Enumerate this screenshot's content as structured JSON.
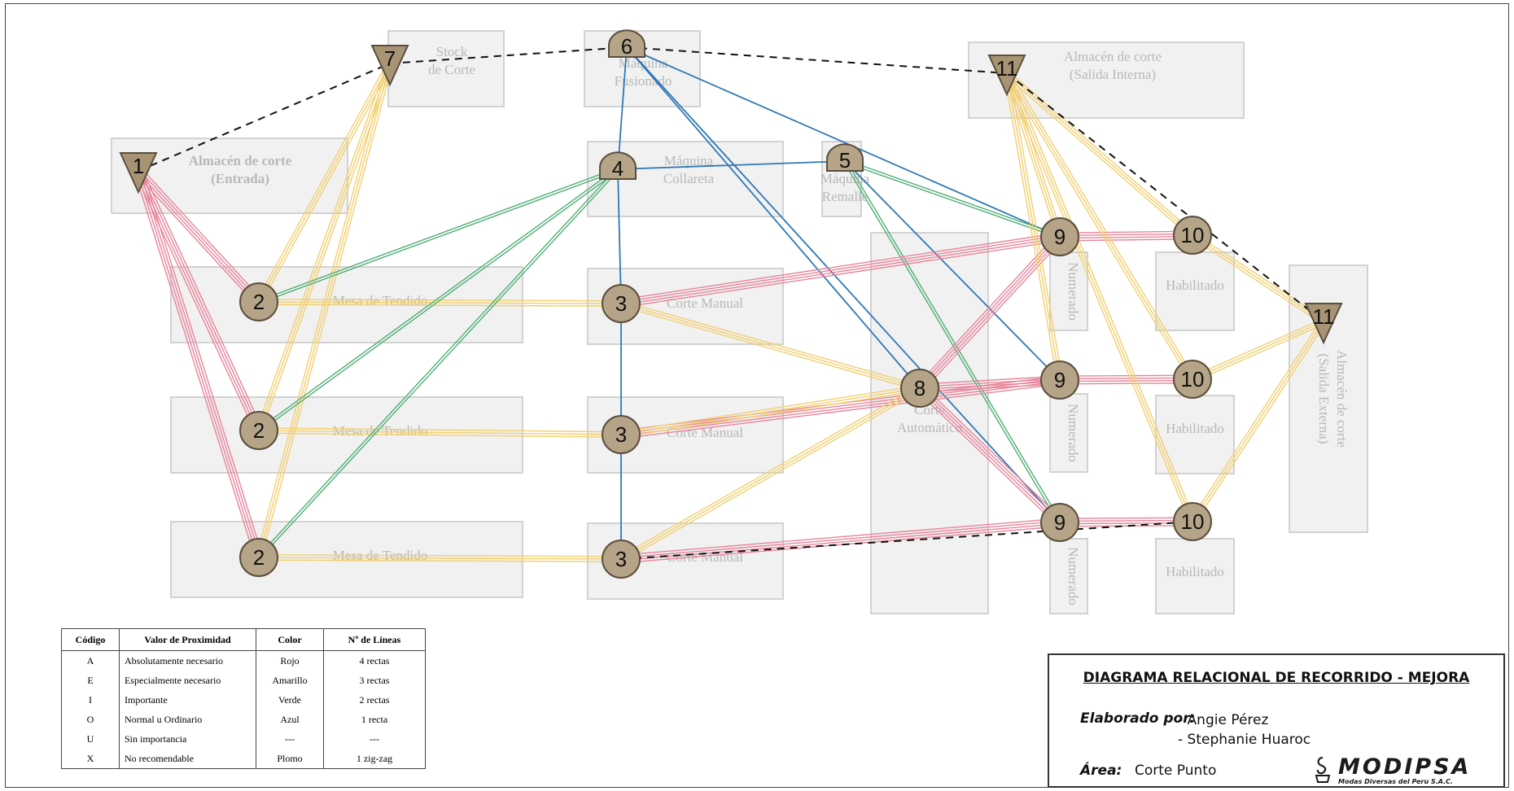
{
  "areas": [
    {
      "id": "almacen_entrada",
      "lines": [
        "Almacén de corte",
        "(Entrada)"
      ],
      "bold": true
    },
    {
      "id": "stock_corte",
      "lines": [
        "Stock",
        "de Corte"
      ]
    },
    {
      "id": "maq_fusionado",
      "lines": [
        "Máquina",
        "Fusionado"
      ]
    },
    {
      "id": "maq_collareta",
      "lines": [
        "Máquina",
        "Collareta"
      ]
    },
    {
      "id": "maq_remalle",
      "lines": [
        "Máquina",
        "Remalle"
      ]
    },
    {
      "id": "almacen_interna",
      "lines": [
        "Almacén de corte",
        "(Salida Interna)"
      ]
    },
    {
      "id": "mesa1",
      "lines": [
        "Mesa de Tendido"
      ]
    },
    {
      "id": "mesa2",
      "lines": [
        "Mesa de Tendido"
      ]
    },
    {
      "id": "mesa3",
      "lines": [
        "Mesa de Tendido"
      ]
    },
    {
      "id": "corte1",
      "lines": [
        "Corte Manual"
      ]
    },
    {
      "id": "corte2",
      "lines": [
        "Corte Manual"
      ]
    },
    {
      "id": "corte3",
      "lines": [
        "Corte Manual"
      ]
    },
    {
      "id": "corte_auto",
      "lines": [
        "Corte",
        "Automático"
      ]
    },
    {
      "id": "num1",
      "lines": [
        "Numerado"
      ]
    },
    {
      "id": "num2",
      "lines": [
        "Numerado"
      ]
    },
    {
      "id": "num3",
      "lines": [
        "Numerado"
      ]
    },
    {
      "id": "hab1",
      "lines": [
        "Habilitado"
      ]
    },
    {
      "id": "hab2",
      "lines": [
        "Habilitado"
      ]
    },
    {
      "id": "hab3",
      "lines": [
        "Habilitado"
      ]
    },
    {
      "id": "almacen_externa",
      "lines": [
        "Almacén de corte",
        "(Salida Externa)"
      ]
    }
  ],
  "nodes": [
    {
      "id": "n1",
      "label": "1",
      "shape": "triangle"
    },
    {
      "id": "n7",
      "label": "7",
      "shape": "triangle"
    },
    {
      "id": "n6",
      "label": "6",
      "shape": "dshape"
    },
    {
      "id": "n4",
      "label": "4",
      "shape": "dshape"
    },
    {
      "id": "n5",
      "label": "5",
      "shape": "dshape"
    },
    {
      "id": "n11a",
      "label": "11",
      "shape": "triangle"
    },
    {
      "id": "n11b",
      "label": "11",
      "shape": "triangle"
    },
    {
      "id": "n2a",
      "label": "2",
      "shape": "circle"
    },
    {
      "id": "n2b",
      "label": "2",
      "shape": "circle"
    },
    {
      "id": "n2c",
      "label": "2",
      "shape": "circle"
    },
    {
      "id": "n3a",
      "label": "3",
      "shape": "circle"
    },
    {
      "id": "n3b",
      "label": "3",
      "shape": "circle"
    },
    {
      "id": "n3c",
      "label": "3",
      "shape": "circle"
    },
    {
      "id": "n8",
      "label": "8",
      "shape": "circle"
    },
    {
      "id": "n9a",
      "label": "9",
      "shape": "circle"
    },
    {
      "id": "n9b",
      "label": "9",
      "shape": "circle"
    },
    {
      "id": "n9c",
      "label": "9",
      "shape": "circle"
    },
    {
      "id": "n10a",
      "label": "10",
      "shape": "circle"
    },
    {
      "id": "n10b",
      "label": "10",
      "shape": "circle"
    },
    {
      "id": "n10c",
      "label": "10",
      "shape": "circle"
    }
  ],
  "relation_colors": {
    "A": "#e8849a",
    "E": "#f2cf6e",
    "I": "#4fae74",
    "O": "#2f78b5",
    "X": "#111111"
  },
  "relations": [
    {
      "from": "n1",
      "to": "n2a",
      "code": "A"
    },
    {
      "from": "n1",
      "to": "n2b",
      "code": "A"
    },
    {
      "from": "n1",
      "to": "n2c",
      "code": "A"
    },
    {
      "from": "n7",
      "to": "n2a",
      "code": "E"
    },
    {
      "from": "n7",
      "to": "n2b",
      "code": "E"
    },
    {
      "from": "n7",
      "to": "n2c",
      "code": "E"
    },
    {
      "from": "n2a",
      "to": "n3a",
      "code": "E"
    },
    {
      "from": "n2b",
      "to": "n3b",
      "code": "E"
    },
    {
      "from": "n2c",
      "to": "n3c",
      "code": "E"
    },
    {
      "from": "n4",
      "to": "n2a",
      "code": "I"
    },
    {
      "from": "n4",
      "to": "n2b",
      "code": "I"
    },
    {
      "from": "n4",
      "to": "n2c",
      "code": "I"
    },
    {
      "from": "n6",
      "to": "n4",
      "code": "O"
    },
    {
      "from": "n4",
      "to": "n3a",
      "code": "O"
    },
    {
      "from": "n3a",
      "to": "n3b",
      "code": "O"
    },
    {
      "from": "n3b",
      "to": "n3c",
      "code": "O"
    },
    {
      "from": "n4",
      "to": "n5",
      "code": "O"
    },
    {
      "from": "n6",
      "to": "n9a",
      "code": "O"
    },
    {
      "from": "n6",
      "to": "n8",
      "code": "O"
    },
    {
      "from": "n6",
      "to": "n9c",
      "code": "O"
    },
    {
      "from": "n5",
      "to": "n9b",
      "code": "O"
    },
    {
      "from": "n5",
      "to": "n9a",
      "code": "I"
    },
    {
      "from": "n5",
      "to": "n9c",
      "code": "I"
    },
    {
      "from": "n3a",
      "to": "n9a",
      "code": "A"
    },
    {
      "from": "n3b",
      "to": "n9b",
      "code": "A"
    },
    {
      "from": "n3c",
      "to": "n9c",
      "code": "A"
    },
    {
      "from": "n8",
      "to": "n9a",
      "code": "A"
    },
    {
      "from": "n8",
      "to": "n9b",
      "code": "A"
    },
    {
      "from": "n8",
      "to": "n9c",
      "code": "A"
    },
    {
      "from": "n9a",
      "to": "n10a",
      "code": "A"
    },
    {
      "from": "n9b",
      "to": "n10b",
      "code": "A"
    },
    {
      "from": "n9c",
      "to": "n10c",
      "code": "A"
    },
    {
      "from": "n3a",
      "to": "n8",
      "code": "E"
    },
    {
      "from": "n3b",
      "to": "n8",
      "code": "E"
    },
    {
      "from": "n3c",
      "to": "n8",
      "code": "E"
    },
    {
      "from": "n11a",
      "to": "n9a",
      "code": "E"
    },
    {
      "from": "n11a",
      "to": "n10a",
      "code": "E"
    },
    {
      "from": "n11a",
      "to": "n10b",
      "code": "E"
    },
    {
      "from": "n11a",
      "to": "n9b",
      "code": "E"
    },
    {
      "from": "n11a",
      "to": "n10c",
      "code": "E"
    },
    {
      "from": "n10a",
      "to": "n11b",
      "code": "E"
    },
    {
      "from": "n10b",
      "to": "n11b",
      "code": "E"
    },
    {
      "from": "n10c",
      "to": "n11b",
      "code": "E"
    },
    {
      "from": "n1",
      "to": "n7",
      "code": "X"
    },
    {
      "from": "n7",
      "to": "n6",
      "code": "X"
    },
    {
      "from": "n6",
      "to": "n11a",
      "code": "X"
    },
    {
      "from": "n11a",
      "to": "n11b",
      "code": "X"
    },
    {
      "from": "n3c",
      "to": "n10c",
      "code": "X"
    }
  ],
  "legend": {
    "headers": [
      "Código",
      "Valor de Proximidad",
      "Color",
      "Nº de Líneas"
    ],
    "rows": [
      [
        "A",
        "Absolutamente necesario",
        "Rojo",
        "4 rectas"
      ],
      [
        "E",
        "Especialmente necesario",
        "Amarillo",
        "3 rectas"
      ],
      [
        "I",
        "Importante",
        "Verde",
        "2 rectas"
      ],
      [
        "O",
        "Normal u Ordinario",
        "Azul",
        "1 recta"
      ],
      [
        "U",
        "Sin importancia",
        "---",
        "---"
      ],
      [
        "X",
        "No recomendable",
        "Plomo",
        "1 zig-zag"
      ]
    ]
  },
  "titleblock": {
    "title": "DIAGRAMA RELACIONAL DE RECORRIDO - MEJORA",
    "elaborado_label": "Elaborado por:",
    "authors": [
      "-  Angie Pérez",
      "-  Stephanie Huaroc"
    ],
    "area_label": "Área:",
    "area_value": "Corte Punto",
    "logo_name": "MODIPSA",
    "logo_sub": "Modas Diversas del Peru S.A.C."
  }
}
